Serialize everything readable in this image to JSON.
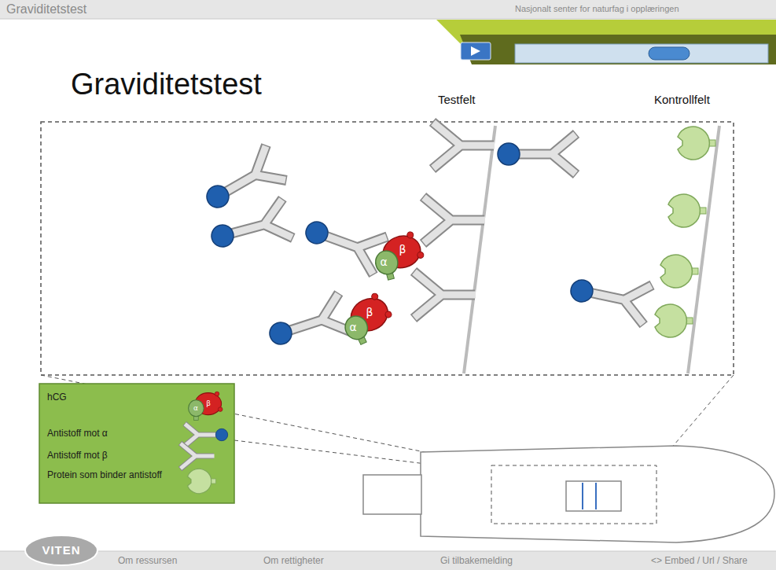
{
  "diagram": {
    "title": "Graviditetstest",
    "labels": [
      "Graviditetstest",
      "Nasjonalt senter for naturfag i opplæringen",
      "Testfelt",
      "Kontrollfelt",
      "α",
      "β",
      "α",
      "β",
      "α",
      "β",
      "VITEN",
      "Om ressursen",
      "Om rettigheter",
      "Gi tilbakemelding",
      "<> Embed / Url / Share"
    ],
    "legend": [
      {
        "text": "hCG"
      },
      {
        "text": "Antistoff mot α"
      },
      {
        "text": "Antistoff mot β"
      },
      {
        "text": "Protein som binder antistoff"
      }
    ]
  }
}
